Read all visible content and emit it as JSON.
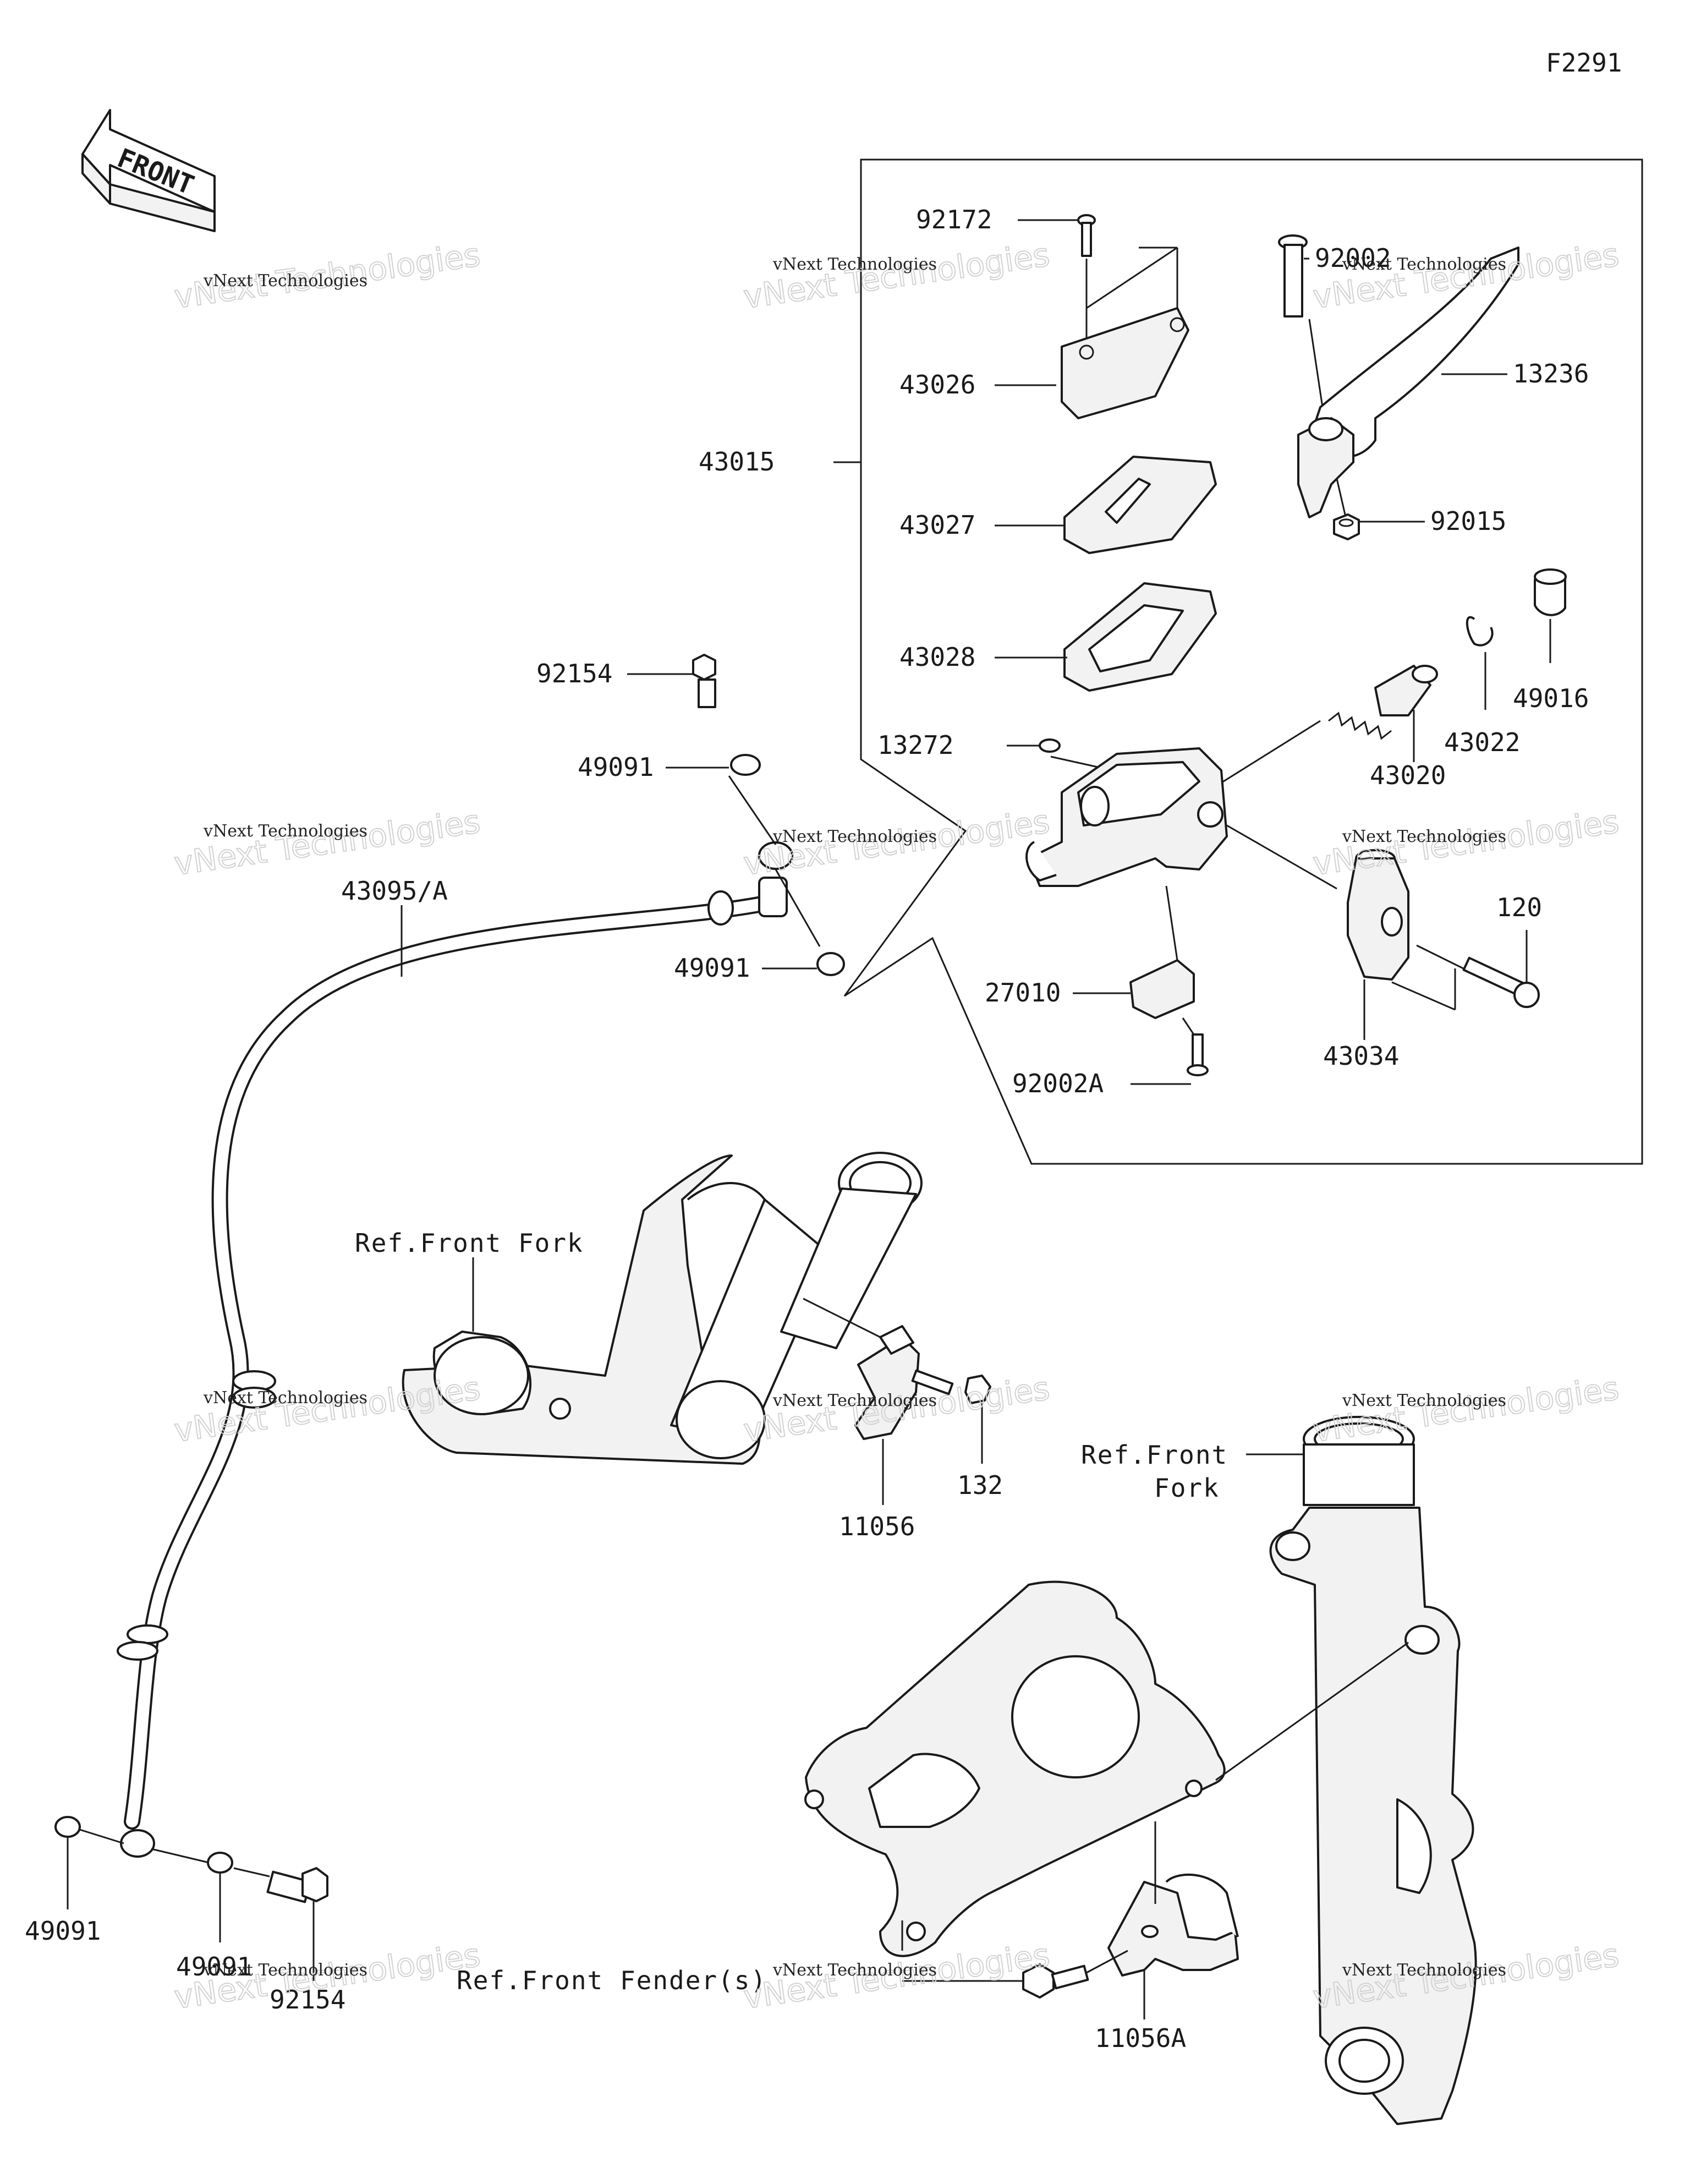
{
  "figure_code": "F2291",
  "front_arrow": {
    "label": "FRONT",
    "icon": "front-direction-arrow-icon"
  },
  "watermark": {
    "line1": "vNext Technologies",
    "line2": "vNext Technologies"
  },
  "parts": [
    {
      "id": "p92172",
      "number": "92172"
    },
    {
      "id": "p92002",
      "number": "92002"
    },
    {
      "id": "p13236",
      "number": "13236"
    },
    {
      "id": "p43026",
      "number": "43026"
    },
    {
      "id": "p43015",
      "number": "43015"
    },
    {
      "id": "p92015",
      "number": "92015"
    },
    {
      "id": "p43027",
      "number": "43027"
    },
    {
      "id": "p43028",
      "number": "43028"
    },
    {
      "id": "p49016",
      "number": "49016"
    },
    {
      "id": "p92154a",
      "number": "92154"
    },
    {
      "id": "p43022",
      "number": "43022"
    },
    {
      "id": "p49091a",
      "number": "49091"
    },
    {
      "id": "p13272",
      "number": "13272"
    },
    {
      "id": "p43020",
      "number": "43020"
    },
    {
      "id": "p43095",
      "number": "43095/A"
    },
    {
      "id": "p120",
      "number": "120"
    },
    {
      "id": "p49091b",
      "number": "49091"
    },
    {
      "id": "p27010",
      "number": "27010"
    },
    {
      "id": "p43034",
      "number": "43034"
    },
    {
      "id": "p92002a",
      "number": "92002A"
    },
    {
      "id": "p132",
      "number": "132"
    },
    {
      "id": "p11056",
      "number": "11056"
    },
    {
      "id": "p49091c",
      "number": "49091"
    },
    {
      "id": "p49091d",
      "number": "49091"
    },
    {
      "id": "p92154b",
      "number": "92154"
    },
    {
      "id": "p11056a",
      "number": "11056A"
    }
  ],
  "references": {
    "front_fork_upper": "Ref.Front Fork",
    "front_fork_lower_1": "Ref.Front",
    "front_fork_lower_2": "Fork",
    "front_fender": "Ref.Front Fender(s)"
  }
}
